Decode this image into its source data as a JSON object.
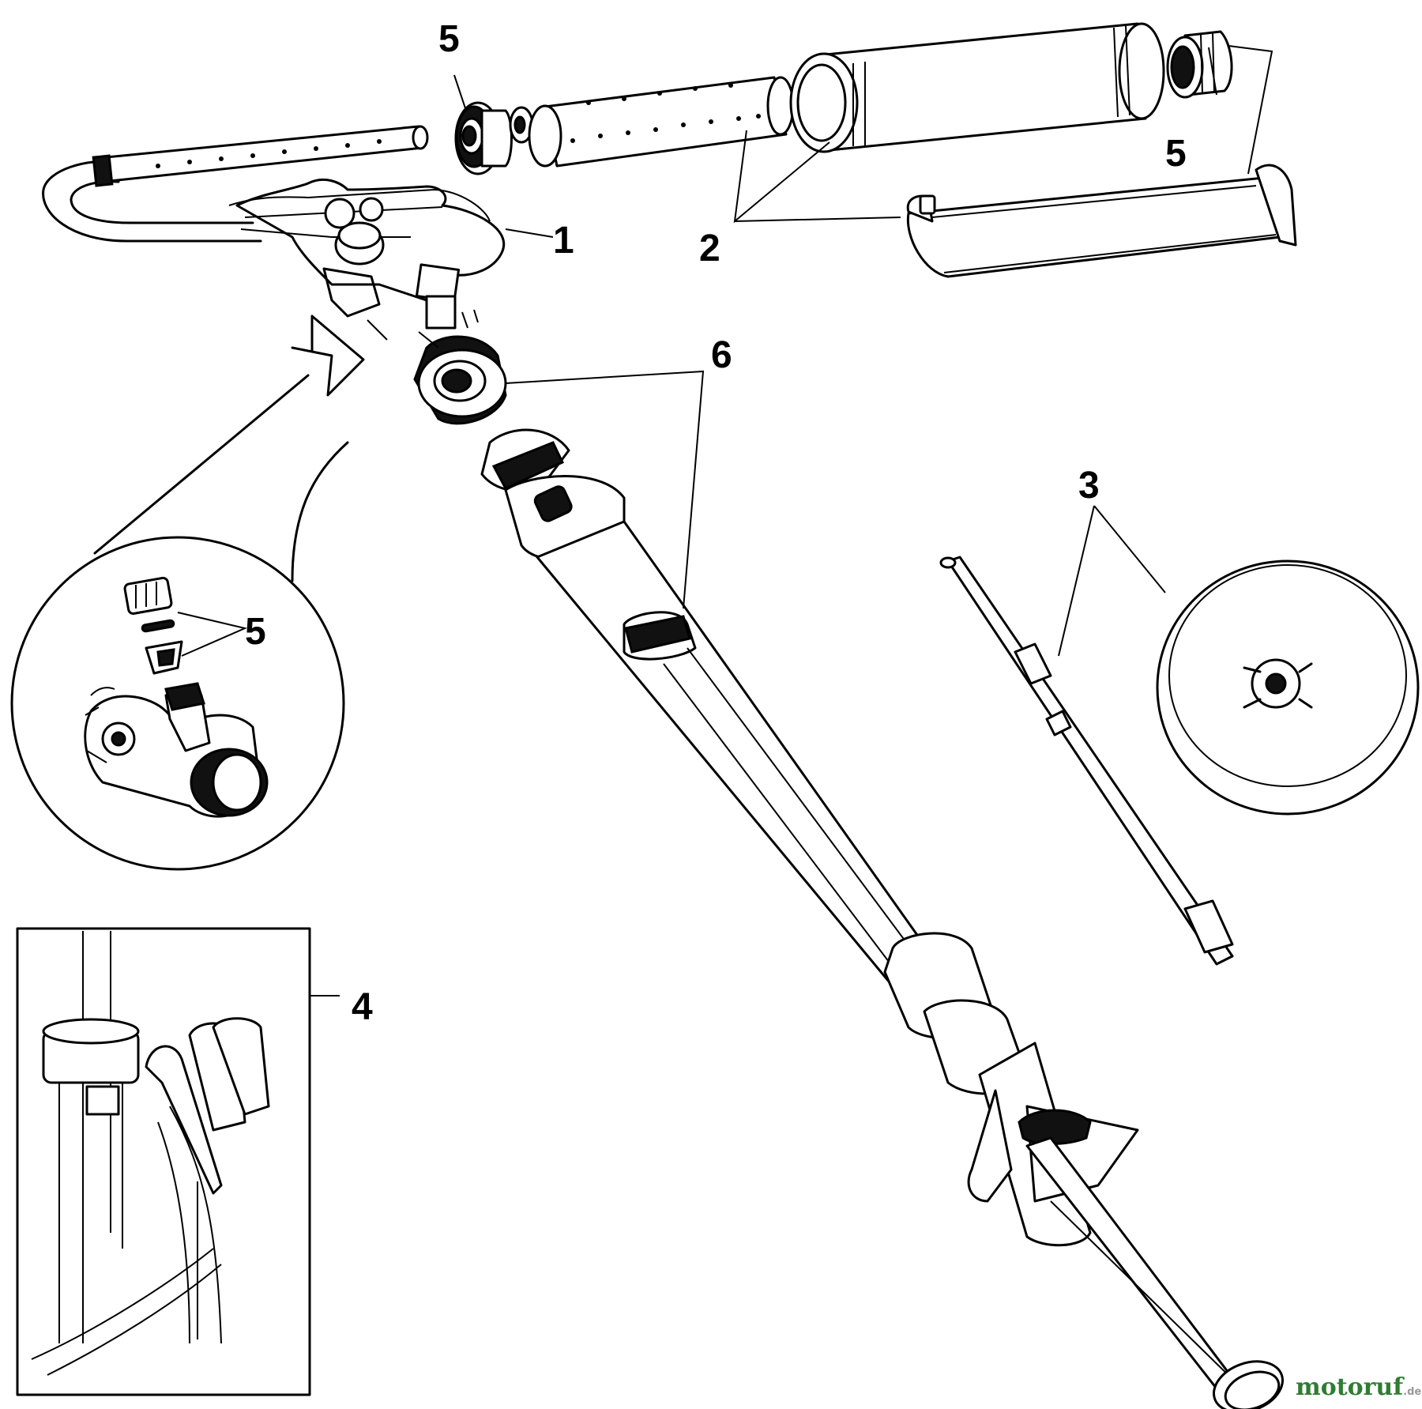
{
  "callouts": {
    "c1": "1",
    "c2": "2",
    "c3": "3",
    "c4": "4",
    "c5a": "5",
    "c5b": "5",
    "c5c": "5",
    "c6": "6"
  },
  "watermark": {
    "text_main": "motoruf",
    "text_suffix": ".de",
    "colors": [
      "#2e7d32",
      "#c62828",
      "#1565c0"
    ]
  }
}
